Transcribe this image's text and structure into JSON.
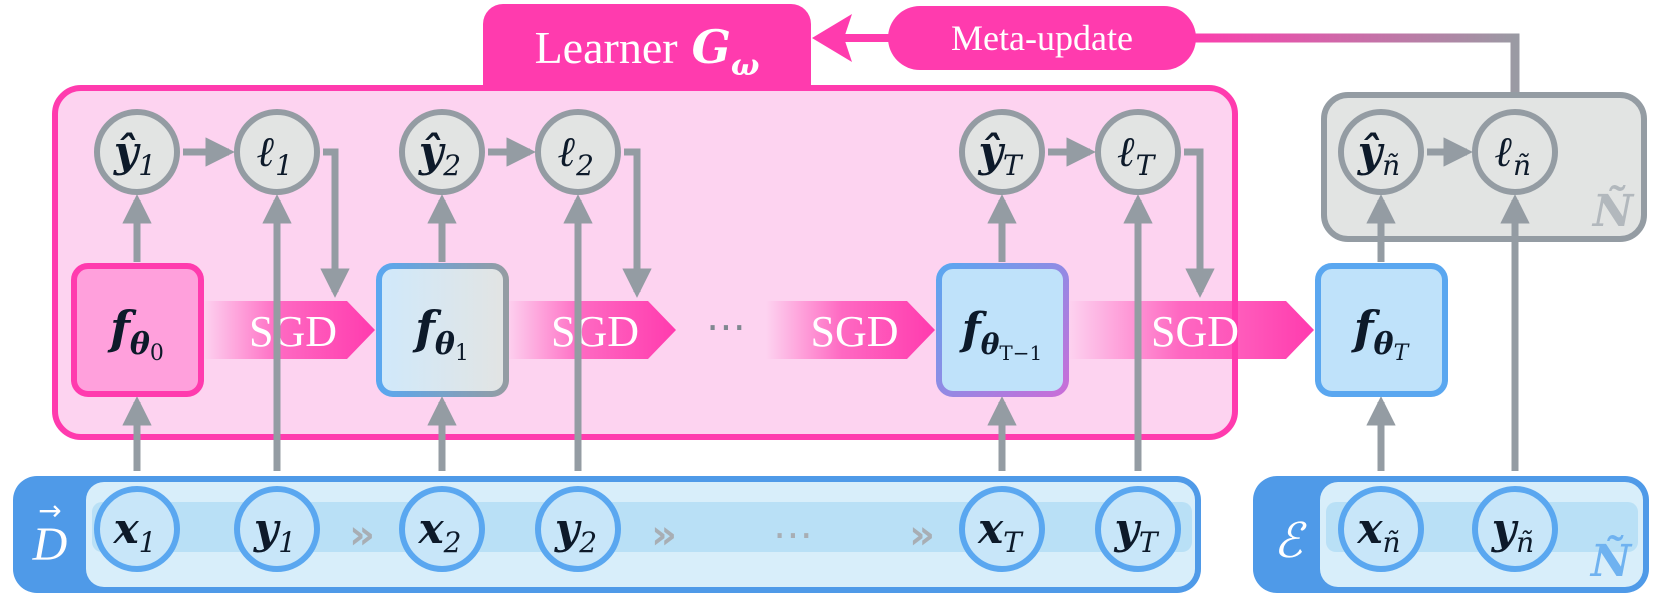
{
  "title_tab": {
    "word": "Learner",
    "symbol": "G",
    "subscript": "ω"
  },
  "meta_update_label": "Meta-update",
  "outputs": [
    {
      "base": "ŷ",
      "sub": "1"
    },
    {
      "base": "ŷ",
      "sub": "2"
    },
    {
      "base": "ŷ",
      "sub": "T"
    }
  ],
  "losses": [
    {
      "base": "ℓ",
      "sub": "1"
    },
    {
      "base": "ℓ",
      "sub": "2"
    },
    {
      "base": "ℓ",
      "sub": "T"
    }
  ],
  "models": [
    {
      "base": "f",
      "sub": "θ",
      "subsub": "0"
    },
    {
      "base": "f",
      "sub": "θ",
      "subsub": "1"
    },
    {
      "base": "f",
      "sub": "θ",
      "subsub": "T−1"
    },
    {
      "base": "f",
      "sub": "θ",
      "subsub": "T"
    }
  ],
  "sgd_labels": [
    "SGD",
    "SGD",
    "SGD",
    "SGD"
  ],
  "ellipsis": "⋯",
  "sequence_arrow": "»",
  "train_inputs": [
    {
      "base": "x",
      "sub": "1"
    },
    {
      "base": "x",
      "sub": "2"
    },
    {
      "base": "x",
      "sub": "T"
    }
  ],
  "train_targets": [
    {
      "base": "y",
      "sub": "1"
    },
    {
      "base": "y",
      "sub": "2"
    },
    {
      "base": "y",
      "sub": "T"
    }
  ],
  "dataset_label": "D",
  "dataset_vector_mark": "→",
  "eval": {
    "output": {
      "base": "ŷ",
      "sub": "ñ"
    },
    "loss": {
      "base": "ℓ",
      "sub": "ñ"
    },
    "input": {
      "base": "x",
      "sub": "ñ"
    },
    "target": {
      "base": "y",
      "sub": "ñ"
    },
    "set_label": "ℰ",
    "plate_label": "Ñ"
  },
  "colors": {
    "pink": "#ff3bae",
    "pink_fill": "#fdd3f0",
    "pink_model_fill": "#ffa0dc",
    "grey": "#949ca3",
    "grey_fill": "#e2e4e3",
    "blue": "#5aa7f0",
    "blue_fill": "#d8eefa",
    "blue_band": "#b9e0f6",
    "blue_dark": "#4f9ae8",
    "dark_text": "#0d1a2a"
  }
}
